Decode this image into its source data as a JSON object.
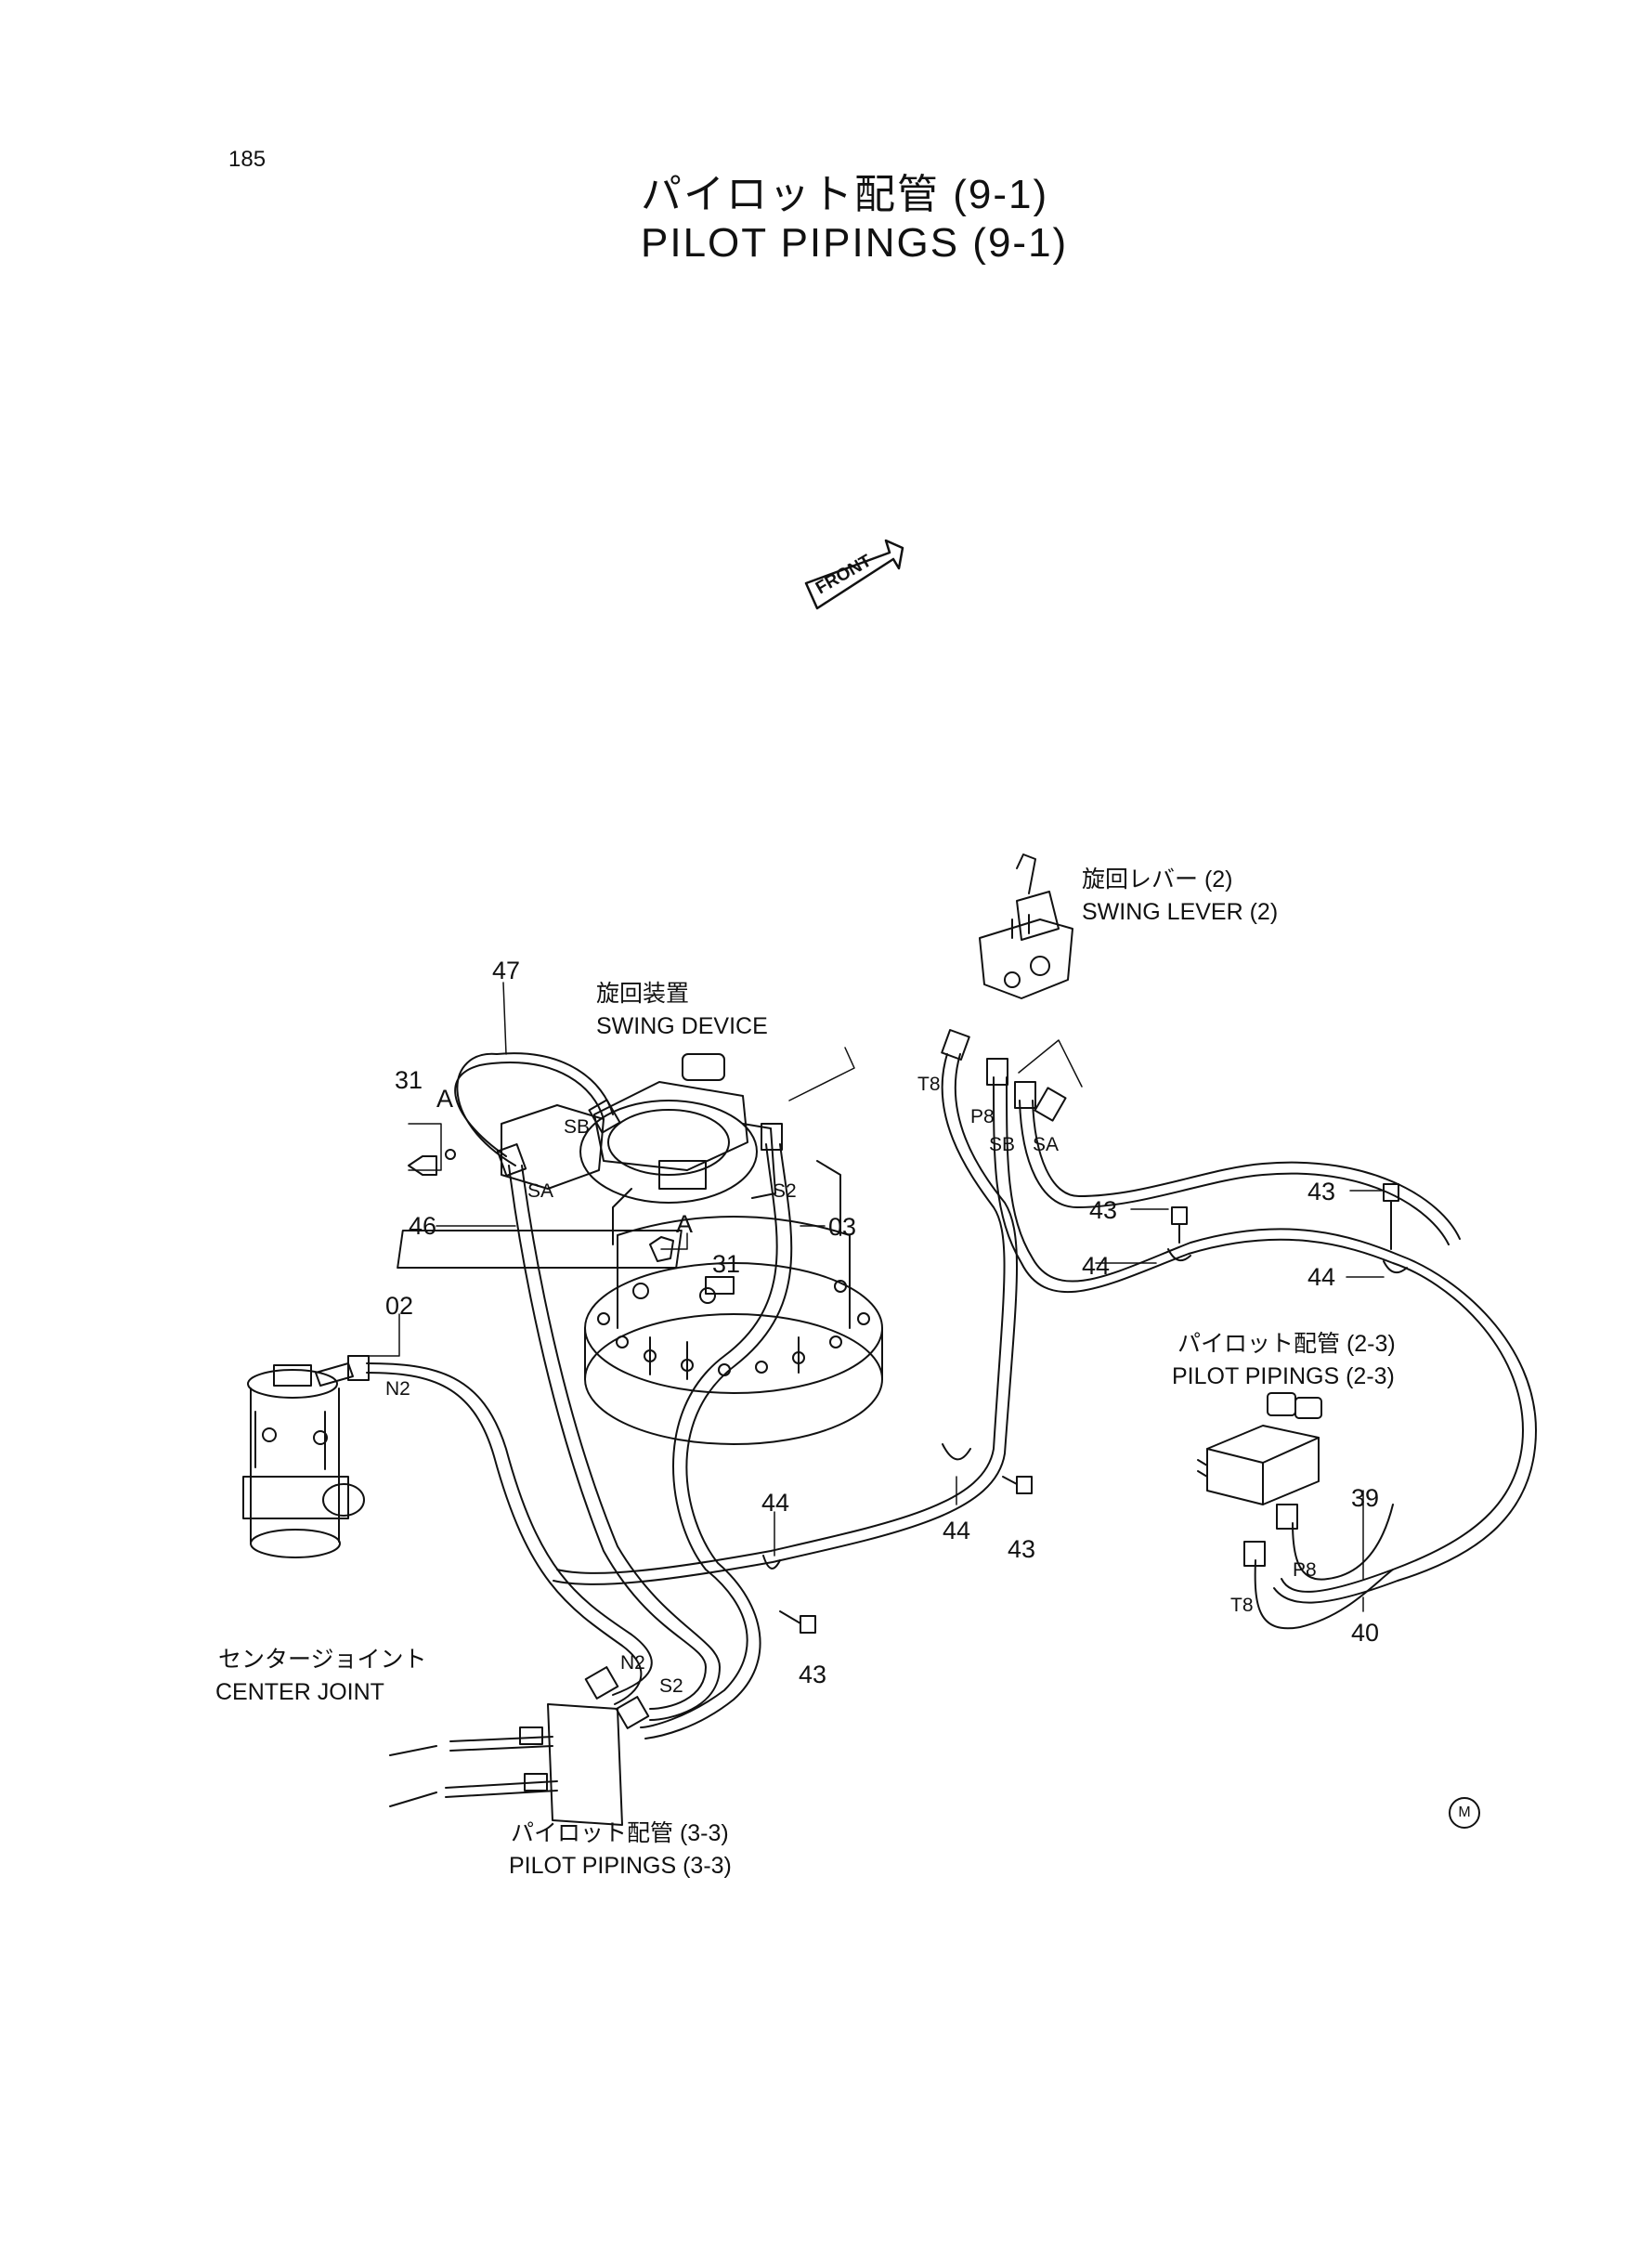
{
  "page_number": "185",
  "title_jp": "パイロット配管 (9-1)",
  "title_en": "PILOT PIPINGS (9-1)",
  "front_label": "FRONT",
  "callouts": {
    "swing_lever_jp": "旋回レバー (2)",
    "swing_lever_en": "SWING LEVER (2)",
    "swing_device_jp": "旋回装置",
    "swing_device_en": "SWING DEVICE",
    "center_joint_jp": "センタージョイント",
    "center_joint_en": "CENTER JOINT",
    "pilot_2_3_jp": "パイロット配管 (2-3)",
    "pilot_2_3_en": "PILOT PIPINGS (2-3)",
    "pilot_3_3_jp": "パイロット配管 (3-3)",
    "pilot_3_3_en": "PILOT PIPINGS (3-3)"
  },
  "part_numbers": {
    "p47": "47",
    "p31a": "31",
    "p46": "46",
    "p03": "03",
    "p31b": "31",
    "p02": "02",
    "p44a": "44",
    "p44b": "44",
    "p44c": "44",
    "p44d": "44",
    "p43a": "43",
    "p43b": "43",
    "p43c": "43",
    "p43d": "43",
    "p39": "39",
    "p40": "40"
  },
  "detail_marks": {
    "a1": "A",
    "a2": "A"
  },
  "ports": {
    "sb1": "SB",
    "sa1": "SA",
    "s2a": "S2",
    "n2a": "N2",
    "t8a": "T8",
    "p8a": "P8",
    "sb2": "SB",
    "sa2": "SA",
    "n2b": "N2",
    "s2b": "S2",
    "p8b": "P8",
    "t8b": "T8"
  },
  "manufacturer_mark": "M"
}
